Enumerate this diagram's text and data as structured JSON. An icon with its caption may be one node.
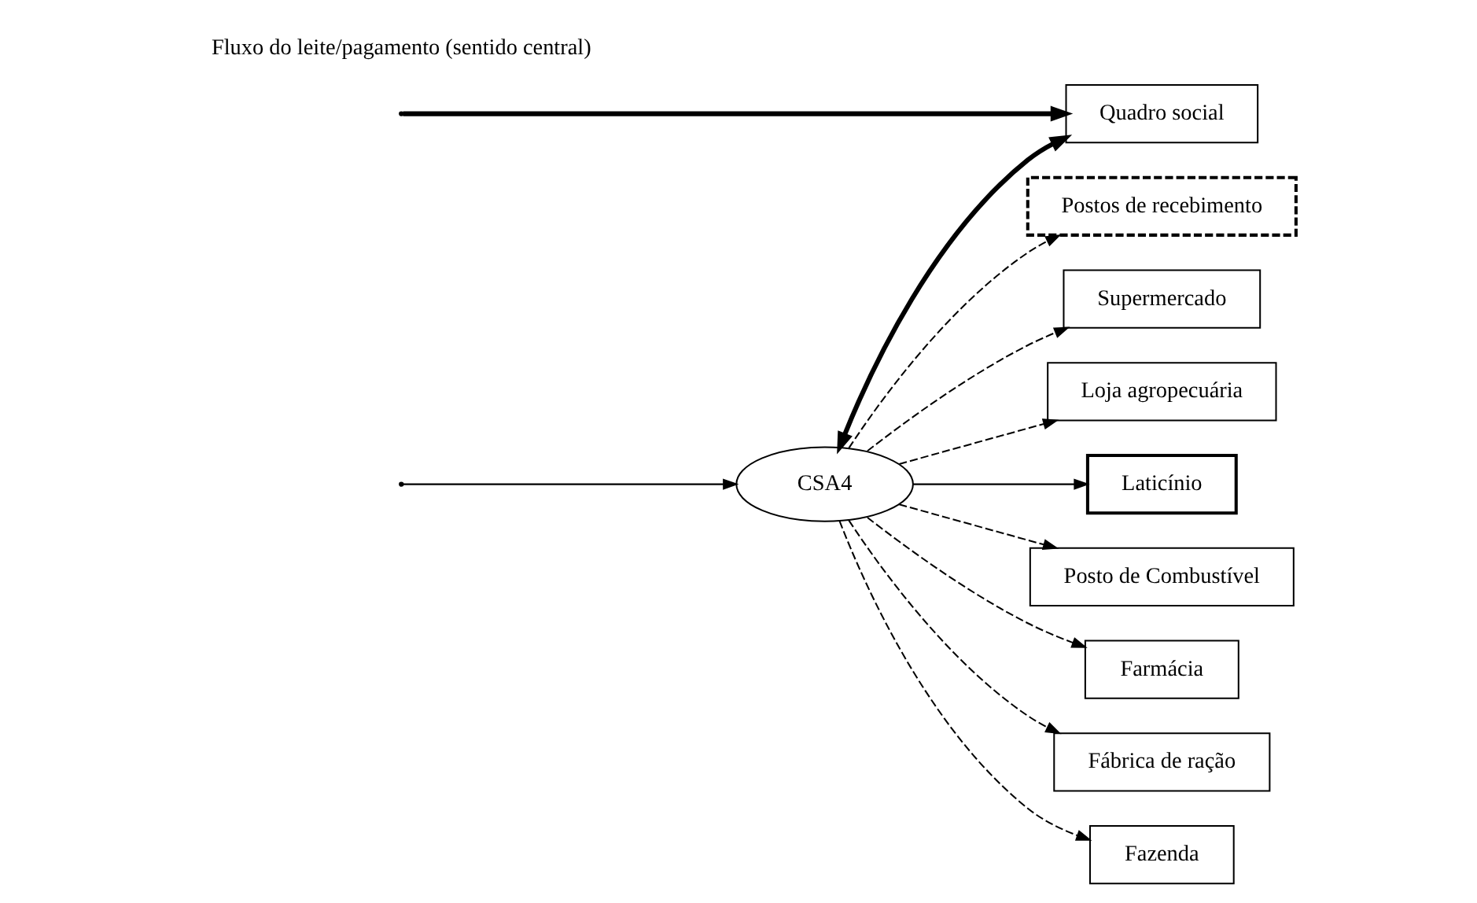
{
  "diagram": {
    "nodes": [
      {
        "text": [
          "Postos de recebimento"
        ]
      },
      {
        "text": [
          "Supermercado"
        ]
      },
      {
        "text": [
          "Loja agropecuária"
        ]
      },
      {
        "text": [
          "CSA4"
        ]
      },
      {
        "text": [
          "Laticínio"
        ]
      },
      {
        "text": [
          "Quadro social"
        ]
      },
      {
        "text": [
          "Posto de Combustível"
        ]
      },
      {
        "text": [
          "Farmácia"
        ]
      },
      {
        "text": [
          "Fábrica de ração"
        ]
      },
      {
        "text": [
          "Fazenda"
        ]
      }
    ],
    "edges": [
      {
        "from": 3,
        "to": 0,
        "arrow": "to",
        "style": "dashed"
      },
      {
        "from": 3,
        "to": 1,
        "arrow": "to",
        "style": "dashed"
      },
      {
        "from": 3,
        "to": 2,
        "arrow": "to",
        "style": "dashed"
      },
      {
        "from": 3,
        "to": 4,
        "arrow": "to"
      },
      {
        "from": 3,
        "to": 6,
        "arrow": "to",
        "style": "dashed"
      },
      {
        "from": 3,
        "to": 7,
        "arrow": "to",
        "style": "dashed"
      },
      {
        "from": 3,
        "to": 9,
        "arrow": "to",
        "style": "dashed"
      },
      {
        "from": 3,
        "to": 8,
        "arrow": "to",
        "style": "dashed"
      },
      {
        "from": 3,
        "to": 5,
        "arrow": "both",
        "style": "thick"
      },
      {
        "from": null,
        "to": 3,
        "arrow": "to"
      },
      {
        "from": null,
        "to": 5,
        "arrow": "to",
        "style": "thick"
      }
    ],
    "labels": [
      "Fluxo do leite/pagamento (sentido central)"
    ]
  }
}
